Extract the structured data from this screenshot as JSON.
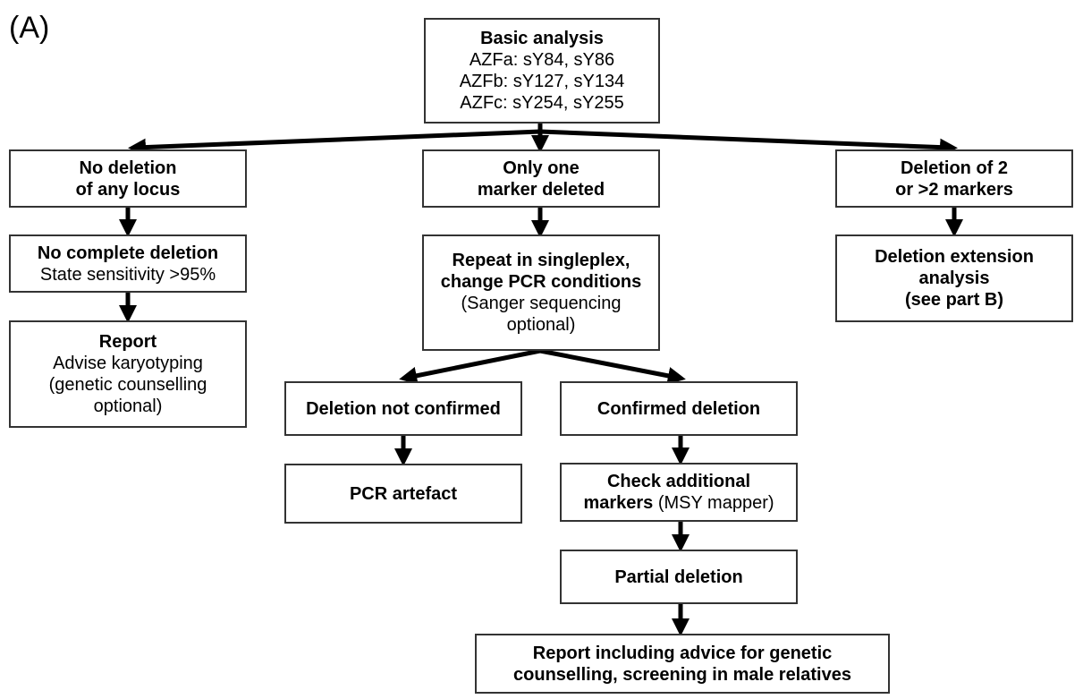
{
  "panel_label": "(A)",
  "nodes": {
    "basic": {
      "lines": [
        {
          "text": "Basic analysis",
          "bold": true
        },
        {
          "text": "AZFa: sY84, sY86",
          "bold": false
        },
        {
          "text": "AZFb: sY127, sY134",
          "bold": false
        },
        {
          "text": "AZFc: sY254, sY255",
          "bold": false
        }
      ]
    },
    "no_deletion": {
      "lines": [
        {
          "text": "No deletion",
          "bold": true
        },
        {
          "text": "of any locus",
          "bold": true
        }
      ]
    },
    "only_one": {
      "lines": [
        {
          "text": "Only one",
          "bold": true
        },
        {
          "text": "marker deleted",
          "bold": true
        }
      ]
    },
    "deletion_two": {
      "lines": [
        {
          "text": "Deletion of 2",
          "bold": true
        },
        {
          "text": "or >2 markers",
          "bold": true
        }
      ]
    },
    "no_complete": {
      "lines": [
        {
          "text": "No complete deletion",
          "bold": true
        },
        {
          "text": "State sensitivity >95%",
          "bold": false
        }
      ]
    },
    "repeat": {
      "lines": [
        {
          "text": "Repeat in singleplex,",
          "bold": true
        },
        {
          "text": "change PCR conditions",
          "bold": true
        },
        {
          "text": "(Sanger sequencing",
          "bold": false
        },
        {
          "text": "optional)",
          "bold": false
        }
      ]
    },
    "extension": {
      "lines": [
        {
          "text": "Deletion extension",
          "bold": true
        },
        {
          "text": "analysis",
          "bold": true
        },
        {
          "text": "(see part B)",
          "bold": true
        }
      ]
    },
    "report_left": {
      "lines": [
        {
          "text": "Report",
          "bold": true
        },
        {
          "text": "Advise karyotyping",
          "bold": false
        },
        {
          "text": "(genetic counselling",
          "bold": false
        },
        {
          "text": "optional)",
          "bold": false
        }
      ]
    },
    "not_confirmed": {
      "lines": [
        {
          "text": "Deletion not confirmed",
          "bold": true
        }
      ]
    },
    "confirmed": {
      "lines": [
        {
          "text": "Confirmed deletion",
          "bold": true
        }
      ]
    },
    "pcr_artefact": {
      "lines": [
        {
          "text": "PCR artefact",
          "bold": true
        }
      ]
    },
    "check_markers": {
      "lines": [
        {
          "text": "Check additional",
          "bold": true
        },
        {
          "text": "markers",
          "bold": true,
          "suffix": " (MSY mapper)"
        }
      ]
    },
    "partial": {
      "lines": [
        {
          "text": "Partial deletion",
          "bold": true
        }
      ]
    },
    "report_final": {
      "lines": [
        {
          "text": "Report including advice for genetic",
          "bold": true
        },
        {
          "text": "counselling, screening in male relatives",
          "bold": true
        }
      ]
    }
  }
}
